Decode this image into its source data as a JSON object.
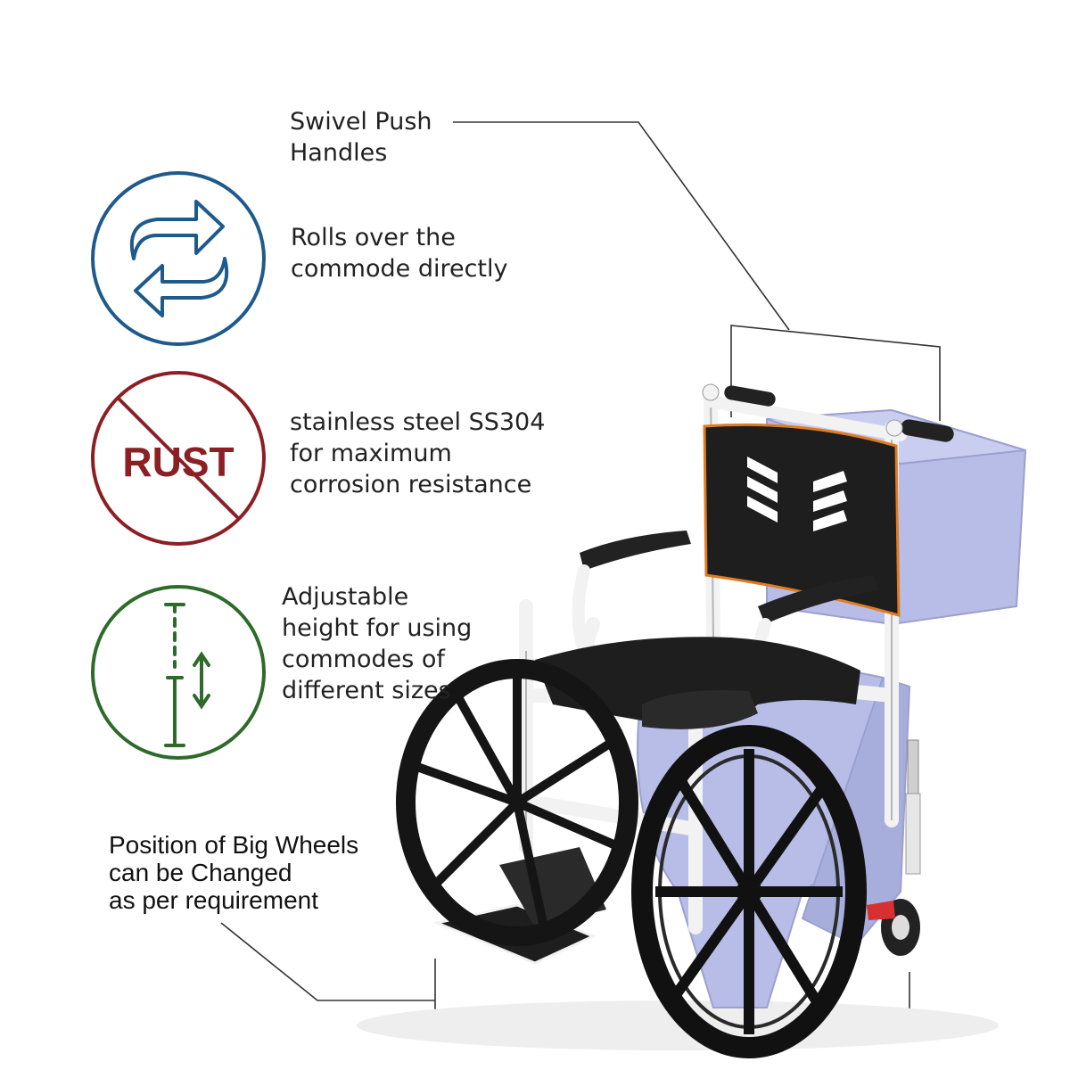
{
  "labels": {
    "handles": [
      "Swivel Push",
      "Handles"
    ],
    "rolls": [
      "Rolls over the",
      "commode directly"
    ],
    "steel": [
      "stainless steel SS304",
      "for maximum",
      "corrosion resistance"
    ],
    "height": [
      "Adjustable",
      "height for using",
      "commodes of",
      "different sizes"
    ],
    "wheels": [
      "Position of Big Wheels",
      "can be Changed",
      "as per requirement"
    ]
  },
  "icons": {
    "rolls": {
      "name": "swap-arrows-icon",
      "color": "#1f5a8c"
    },
    "steel": {
      "name": "no-rust-icon",
      "color": "#8c1f24",
      "text": "RUST"
    },
    "height": {
      "name": "height-adjust-icon",
      "color": "#2e6b2a"
    }
  },
  "product": {
    "name": "commode-wheelchair-image",
    "frame_color": "#f2f2f2",
    "upholstery_color": "#1e1e1e",
    "commode_color": "#b7bde6",
    "accent_color": "#e07b20",
    "brake_color": "#d83030"
  }
}
